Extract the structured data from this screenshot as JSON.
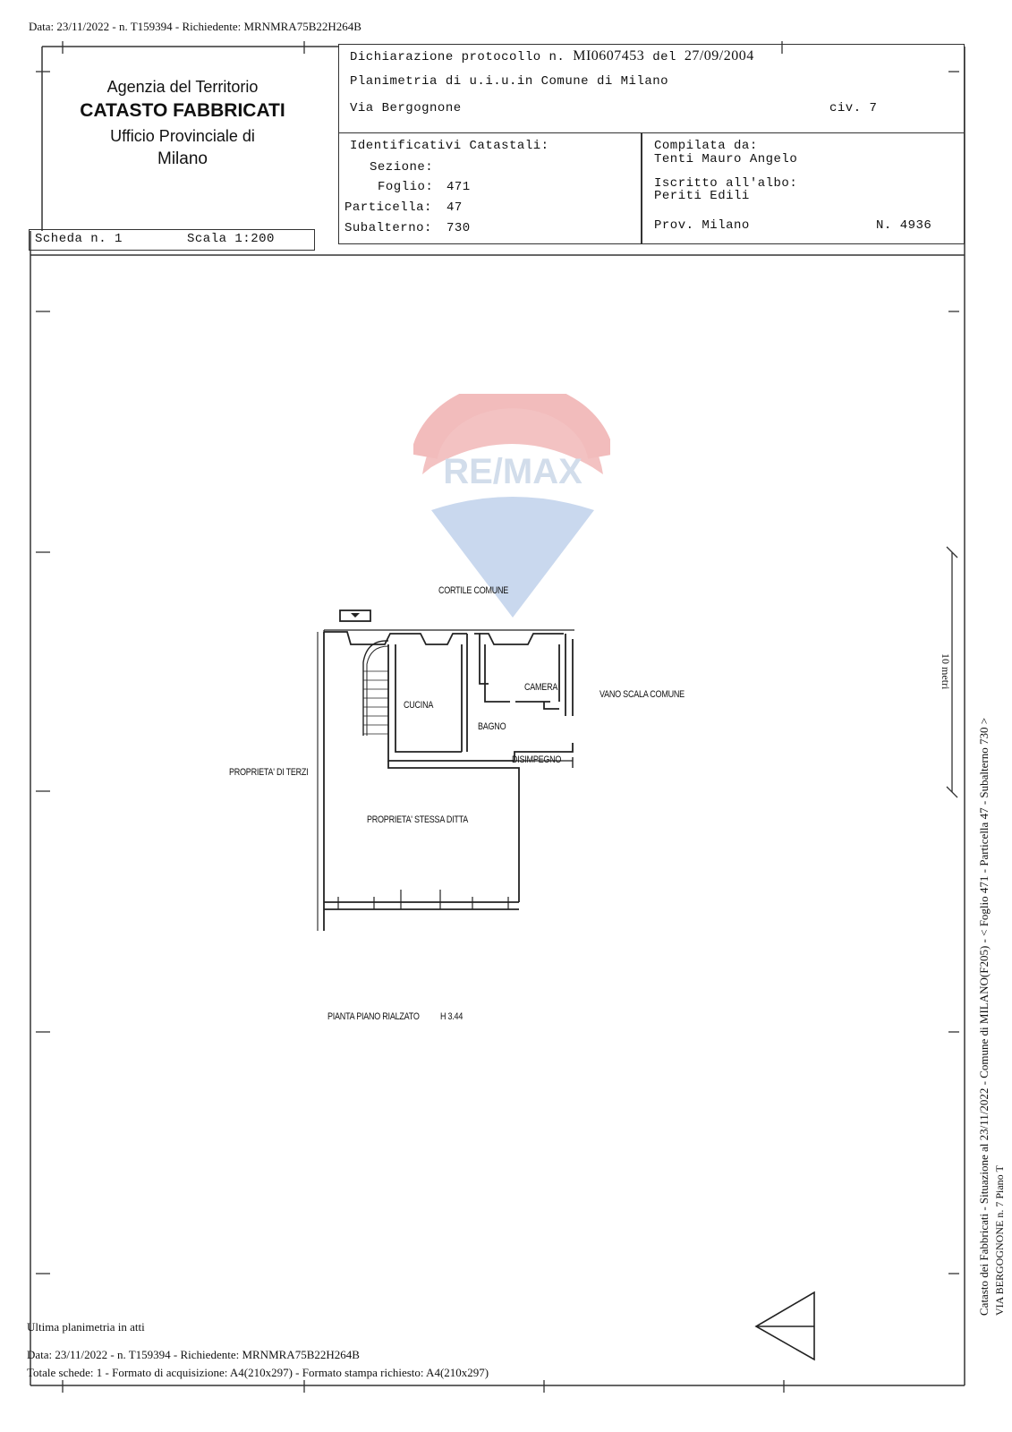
{
  "top_header": "Data: 23/11/2022 - n. T159394 - Richiedente: MRNMRA75B22H264B",
  "agency": {
    "line1": "Agenzia del Territorio",
    "line2": "CATASTO FABBRICATI",
    "line3": "Ufficio Provinciale di",
    "line4": "Milano"
  },
  "declaration": {
    "protocol_prefix": "Dichiarazione protocollo n.",
    "protocol_number": "MI0607453",
    "date_prefix": "del",
    "date": "27/09/2004",
    "planimetria": "Planimetria di u.i.u.in Comune di Milano",
    "address": "Via Bergognone",
    "civ": "civ. 7"
  },
  "identifiers": {
    "title": "Identificativi Catastali:",
    "sezione_label": "Sezione:",
    "foglio_label": "Foglio:",
    "foglio": "471",
    "particella_label": "Particella:",
    "particella": "47",
    "subalterno_label": "Subalterno:",
    "subalterno": "730"
  },
  "compiler": {
    "compiled_by_label": "Compilata da:",
    "name": "Tenti Mauro Angelo",
    "registered_label": "Iscritto all'albo:",
    "albo": "Periti Edili",
    "prov": "Prov. Milano",
    "number": "N. 4936"
  },
  "scheda": {
    "label": "Scheda n. 1",
    "scale": "Scala 1:200"
  },
  "watermark": "RE/MAX",
  "plan_labels": {
    "cortile": "CORTILE COMUNE",
    "cucina": "CUCINA",
    "camera": "CAMERA",
    "bagno": "BAGNO",
    "vano_scala": "VANO SCALA COMUNE",
    "disimpegno": "DISIMPEGNO",
    "terzi": "PROPRIETA' DI TERZI",
    "stessa_ditta": "PROPRIETA' STESSA DITTA",
    "piano": "PIANTA PIANO RIALZATO",
    "height": "H 3.44"
  },
  "scale_bar_label": "10 metri",
  "side_text_1": "Catasto dei Fabbricati - Situazione al 23/11/2022 - Comune di MILANO(F205) - < Foglio 471 - Particella 47 - Subalterno 730 >",
  "side_text_2": "VIA BERGOGNONE n. 7 Piano T",
  "footer": {
    "ultima": "Ultima planimetria in atti",
    "data": "Data: 23/11/2022 - n. T159394 - Richiedente: MRNMRA75B22H264B",
    "totale": "Totale schede: 1 - Formato di acquisizione: A4(210x297) - Formato stampa richiesto: A4(210x297)"
  }
}
